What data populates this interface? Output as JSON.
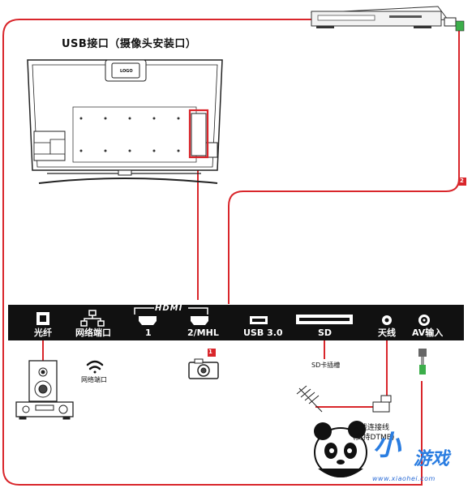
{
  "title": "USB接口（摄像头安装口）",
  "hdmi_logo": "HDMI",
  "tv_logo": "LOGO",
  "badges": {
    "b1": "1",
    "b2": "2"
  },
  "ports": [
    {
      "id": "optical",
      "label": "光纤"
    },
    {
      "id": "ethernet",
      "label": "网络端口"
    },
    {
      "id": "hdmi1",
      "label": "1"
    },
    {
      "id": "hdmi2",
      "label": "2/MHL"
    },
    {
      "id": "usb3",
      "label": "USB 3.0"
    },
    {
      "id": "sd",
      "label": "SD"
    },
    {
      "id": "antenna",
      "label": "天线"
    },
    {
      "id": "av",
      "label": "AV输入"
    }
  ],
  "annotations": {
    "wifi": "网络端口",
    "sd_slot": "SD卡插槽",
    "antenna_cable_1": "天线连接线",
    "antenna_cable_2": "(支持DTMB)"
  },
  "watermark": {
    "brand_a": "小",
    "brand_b": "游戏",
    "url": "www.xiaohei.com"
  },
  "colors": {
    "cable": "#d9262b",
    "panel": "#111111",
    "connector_tip": "#3cae4a"
  }
}
